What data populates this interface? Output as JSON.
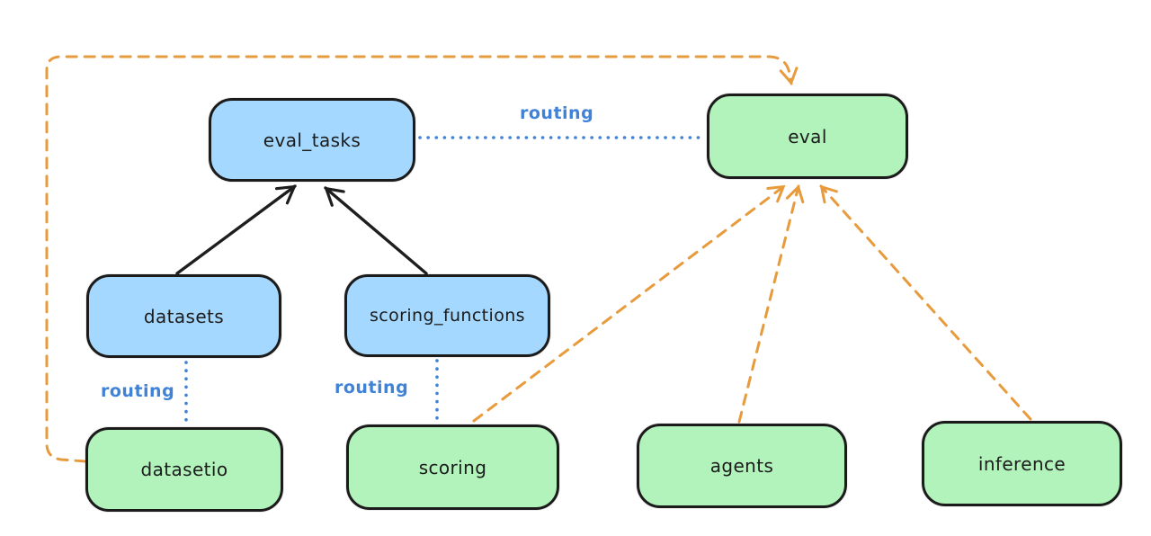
{
  "diagram": {
    "type": "architecture-diagram",
    "nodes": [
      {
        "id": "eval_tasks",
        "label": "eval_tasks",
        "fill": "#a5d8ff"
      },
      {
        "id": "eval",
        "label": "eval",
        "fill": "#b2f2bb"
      },
      {
        "id": "datasets",
        "label": "datasets",
        "fill": "#a5d8ff"
      },
      {
        "id": "scoring_functions",
        "label": "scoring_functions",
        "fill": "#a5d8ff"
      },
      {
        "id": "datasetio",
        "label": "datasetio",
        "fill": "#b2f2bb"
      },
      {
        "id": "scoring",
        "label": "scoring",
        "fill": "#b2f2bb"
      },
      {
        "id": "agents",
        "label": "agents",
        "fill": "#b2f2bb"
      },
      {
        "id": "inference",
        "label": "inference",
        "fill": "#b2f2bb"
      }
    ],
    "edges": [
      {
        "from": "datasets",
        "to": "eval_tasks",
        "style": "solid-black-arrow"
      },
      {
        "from": "scoring_functions",
        "to": "eval_tasks",
        "style": "solid-black-arrow"
      },
      {
        "from": "eval_tasks",
        "to": "eval",
        "style": "dotted-blue",
        "label": "routing"
      },
      {
        "from": "datasets",
        "to": "datasetio",
        "style": "dotted-blue",
        "label": "routing"
      },
      {
        "from": "scoring_functions",
        "to": "scoring",
        "style": "dotted-blue",
        "label": "routing"
      },
      {
        "from": "datasetio",
        "to": "eval",
        "style": "dashed-orange-arrow"
      },
      {
        "from": "scoring",
        "to": "eval",
        "style": "dashed-orange-arrow"
      },
      {
        "from": "agents",
        "to": "eval",
        "style": "dashed-orange-arrow"
      },
      {
        "from": "inference",
        "to": "eval",
        "style": "dashed-orange-arrow"
      }
    ],
    "edge_labels": {
      "eval_tasks_eval": "routing",
      "datasets_datasetio": "routing",
      "scoring_functions_scoring": "routing"
    }
  },
  "colors": {
    "background": "#ffffff",
    "node_fill_blue": "#a5d8ff",
    "node_fill_green": "#b2f2bb",
    "node_border": "#1b1b1b",
    "routing_blue": "#4083d6",
    "provider_orange": "#e89b3c",
    "arrow_black": "#1e1e1e"
  }
}
